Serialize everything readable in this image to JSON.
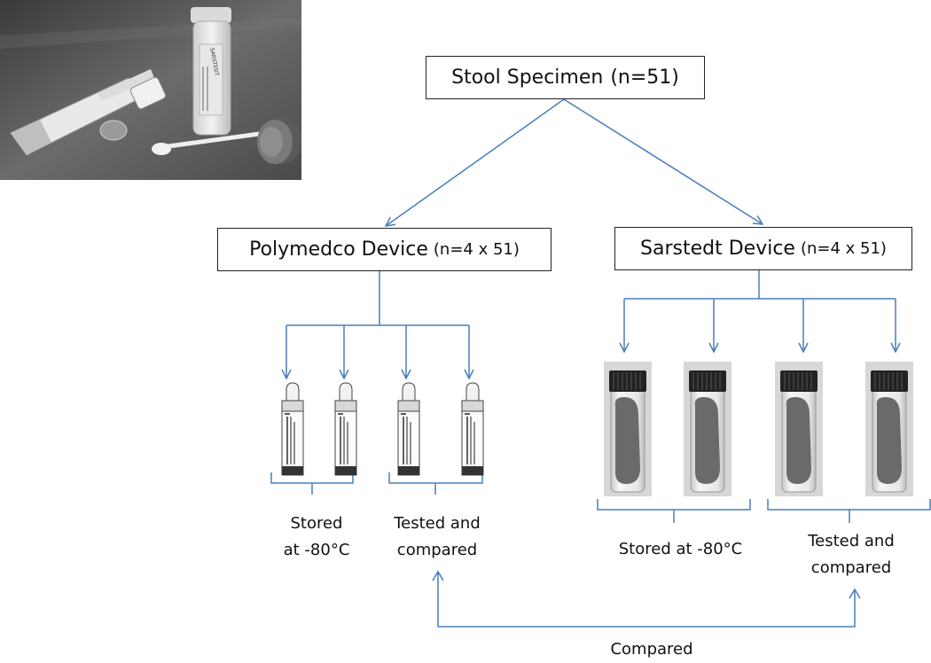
{
  "root_node": {
    "title": "Stool Specimen",
    "count": "(n=51)"
  },
  "devices": [
    {
      "name": "Polymedco Device",
      "count": "(n=4 x 51)"
    },
    {
      "name": "Sarstedt Device",
      "count": "(n=4 x 51)"
    }
  ],
  "groups": {
    "polymedco_stored": [
      "Stored",
      "at -80°C"
    ],
    "polymedco_tested": [
      "Tested and",
      "compared"
    ],
    "sarstedt_stored": "Stored at -80°C",
    "sarstedt_tested": [
      "Tested and",
      "compared"
    ]
  },
  "comparison_label": "Compared",
  "photo": {
    "tube_label": "SARSTEDT"
  },
  "colors": {
    "connector": "#4a7ebb",
    "box_border": "#222222"
  }
}
